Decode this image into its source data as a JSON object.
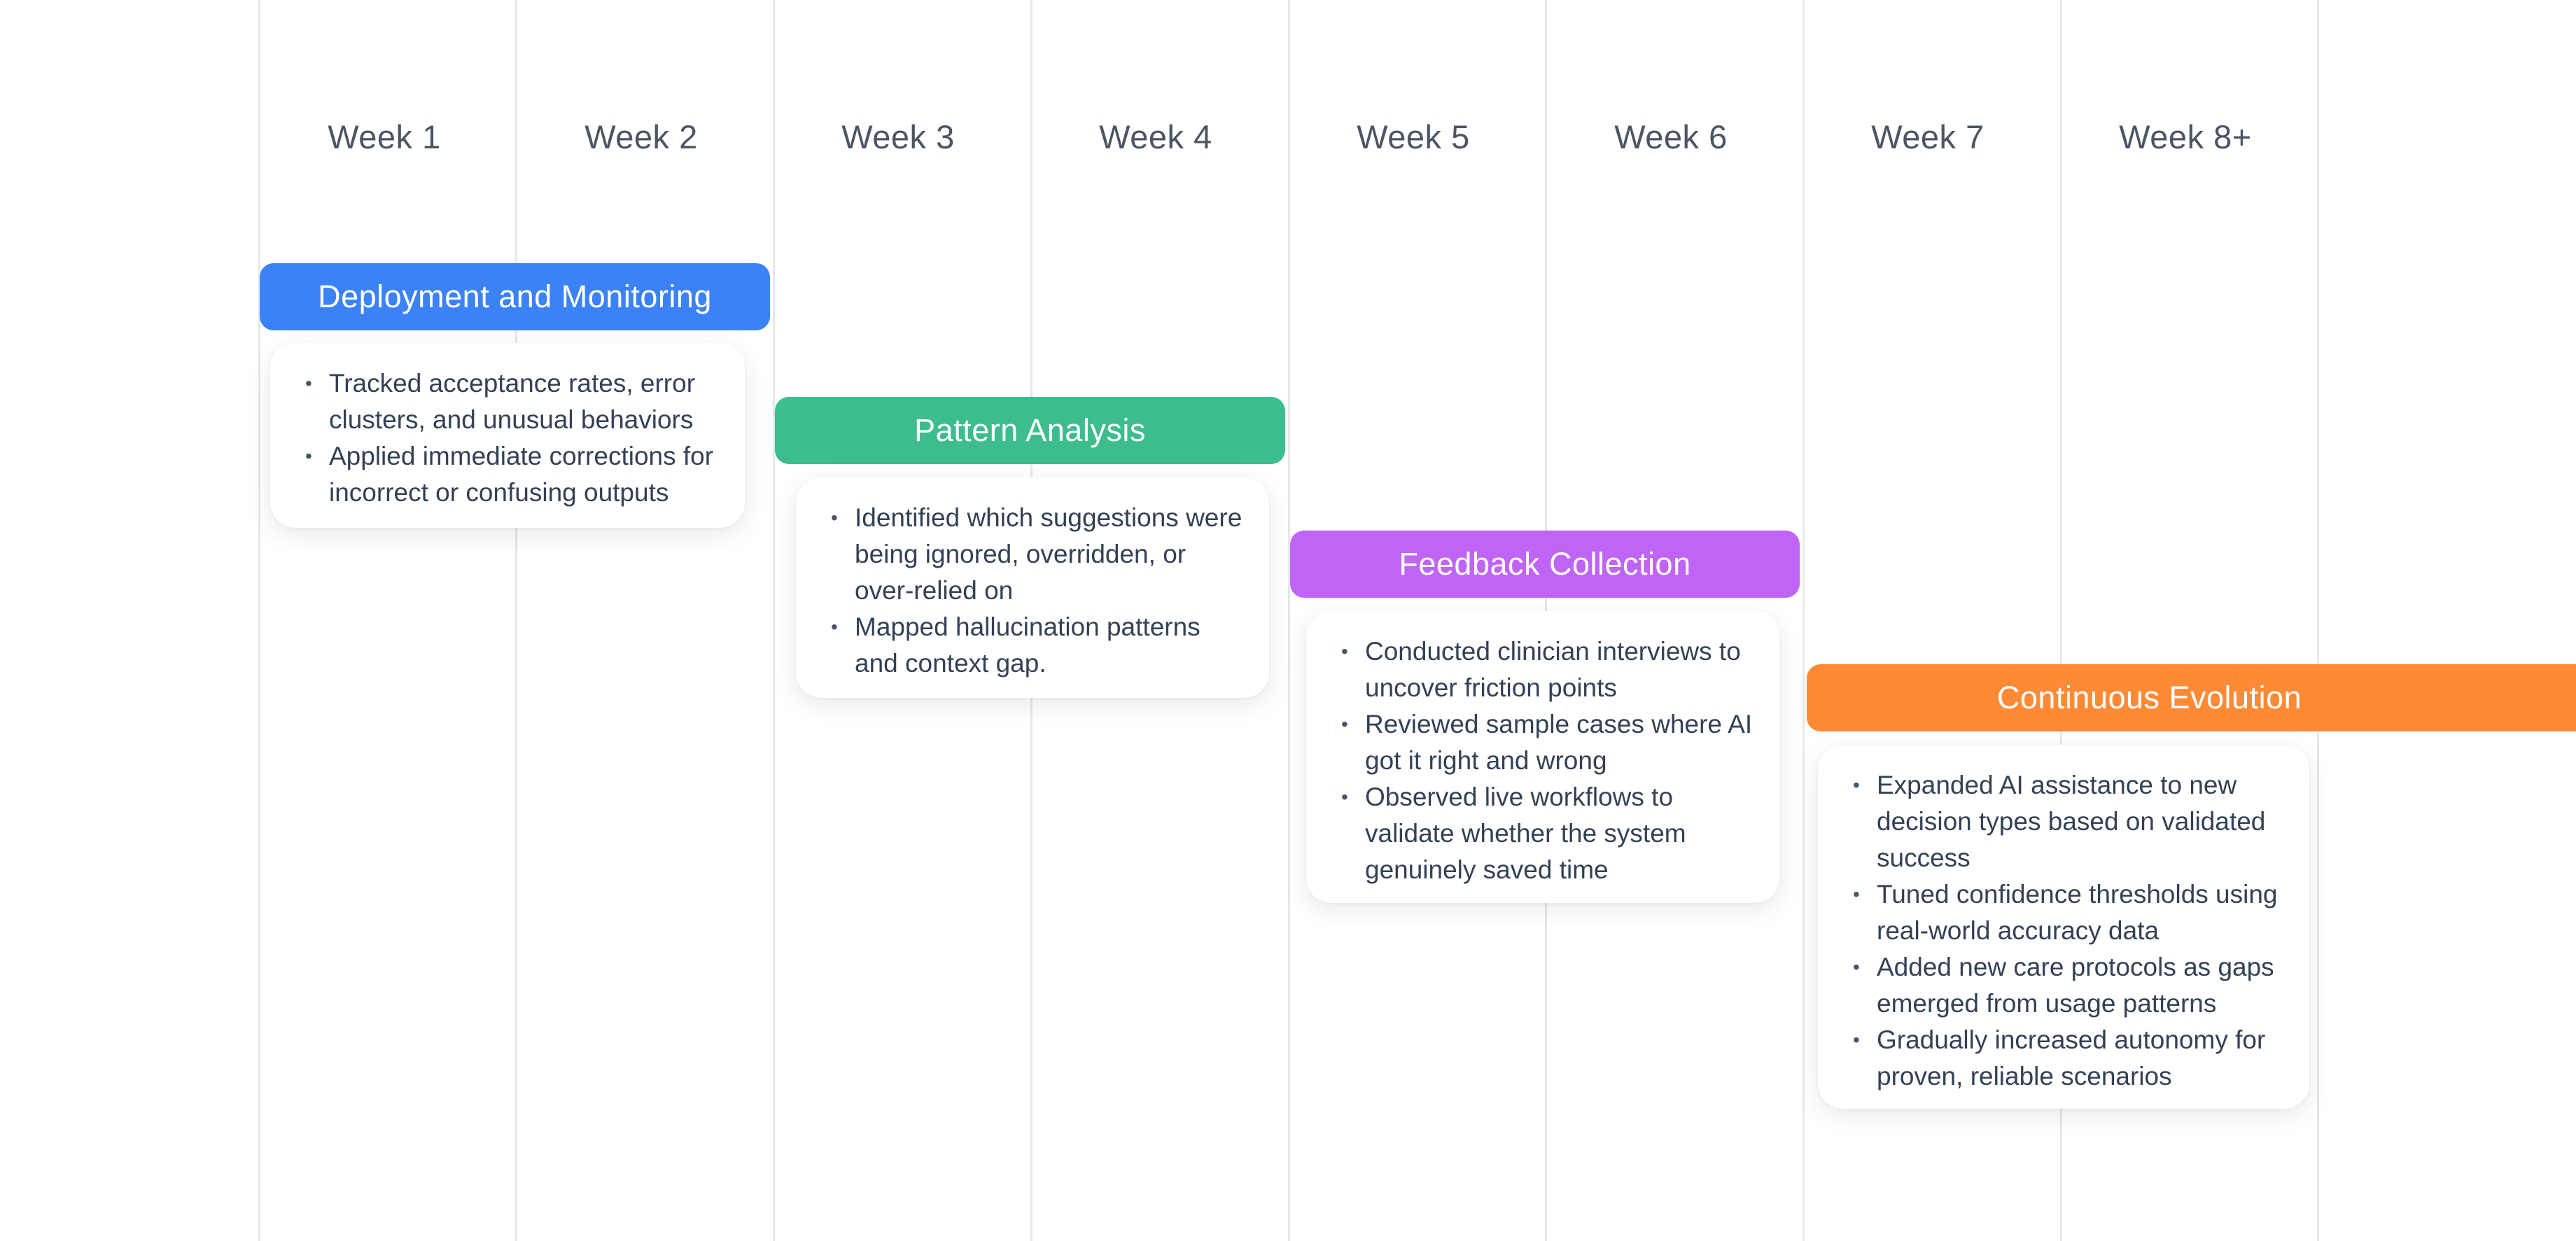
{
  "weeks": [
    "Week 1",
    "Week 2",
    "Week 3",
    "Week 4",
    "Week 5",
    "Week 6",
    "Week 7",
    "Week 8+"
  ],
  "colors": {
    "gridline": "#e5e7eb",
    "week_text": "#4b5563",
    "card_text": "#334155"
  },
  "phases": [
    {
      "title": "Deployment and Monitoring",
      "color": "#3b82f6",
      "items": [
        "Tracked acceptance rates, error clusters, and unusual behaviors",
        "Applied immediate corrections for incorrect or confusing outputs"
      ]
    },
    {
      "title": "Pattern Analysis",
      "color": "#3dbd8e",
      "items": [
        "Identified which suggestions were being ignored, overridden, or over-relied on",
        "Mapped hallucination patterns and context gap."
      ]
    },
    {
      "title": "Feedback Collection",
      "color": "#c064f5",
      "items": [
        "Conducted clinician interviews to uncover friction points",
        "Reviewed sample cases where AI got it right and wrong",
        "Observed live workflows to validate whether the system genuinely saved time"
      ]
    },
    {
      "title": "Continuous Evolution",
      "color": "#ff8a35",
      "items": [
        "Expanded AI assistance to new decision types based on validated success",
        "Tuned confidence thresholds using real-world accuracy data",
        "Added new care protocols as gaps emerged from usage patterns",
        "Gradually increased autonomy for proven, reliable scenarios"
      ]
    }
  ]
}
